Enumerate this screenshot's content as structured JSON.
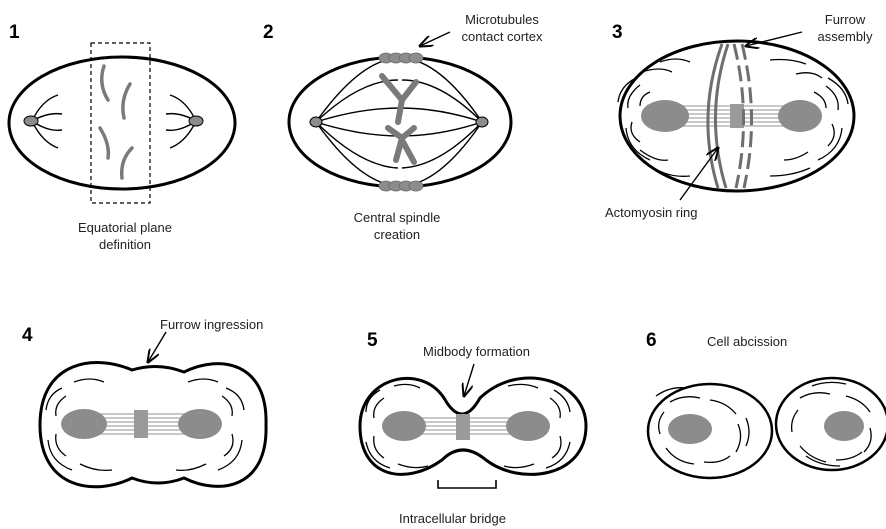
{
  "panels": [
    {
      "number": "1",
      "labels": {
        "caption": "Equatorial plane\ndefinition"
      }
    },
    {
      "number": "2",
      "labels": {
        "top": "Microtubules\ncontact cortex",
        "caption": "Central spindle\ncreation"
      }
    },
    {
      "number": "3",
      "labels": {
        "top": "Furrow\nassembly",
        "bottom": "Actomyosin ring"
      }
    },
    {
      "number": "4",
      "labels": {
        "top": "Furrow ingression"
      }
    },
    {
      "number": "5",
      "labels": {
        "top": "Midbody formation",
        "bottom": "Intracellular bridge"
      }
    },
    {
      "number": "6",
      "labels": {
        "top": "Cell abcission"
      }
    }
  ],
  "colors": {
    "outline": "#000000",
    "chromosome": "#7a7a7a",
    "centrosome": "#8c8c8c",
    "microtubule_bundle": "#b5b5b5",
    "ring": "#6e6e6e"
  }
}
